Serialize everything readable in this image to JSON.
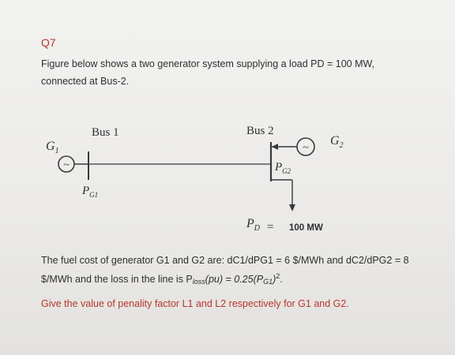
{
  "question": {
    "number": "Q7",
    "intro_line1": "Figure below shows a two generator system supplying a load PD = 100 MW,",
    "intro_line2": "connected at Bus-2.",
    "cost_line1": "The fuel cost of generator G1 and G2 are: dC1/dPG1 = 6 $/MWh and dC2/dPG2 = 8",
    "cost_line2_prefix": "$/MWh and the loss in the line is P",
    "cost_line2_loss_sub": "loss",
    "cost_line2_mid": "(pu) = 0.25(P",
    "cost_line2_g1_sub": "G1",
    "cost_line2_close": ")",
    "cost_line2_exp": "2",
    "cost_line2_end": ".",
    "task": "Give the value of penality factor L1 and L2 respectively for G1 and G2."
  },
  "diagram": {
    "bus1_label": "Bus 1",
    "bus2_label": "Bus 2",
    "g1_label": "G",
    "g1_sub": "1",
    "g2_label": "G",
    "g2_sub": "2",
    "pg1_label": "P",
    "pg1_sub": "G1",
    "pg2_label": "P",
    "pg2_sub": "G2",
    "pd_label": "P",
    "pd_sub": "D",
    "pd_eq": "=",
    "pd_value": "100 MW",
    "generator_symbol": "~"
  },
  "colors": {
    "accent_red": "#b8352d",
    "text": "#2f2f2f",
    "line": "#3a3a3a"
  }
}
